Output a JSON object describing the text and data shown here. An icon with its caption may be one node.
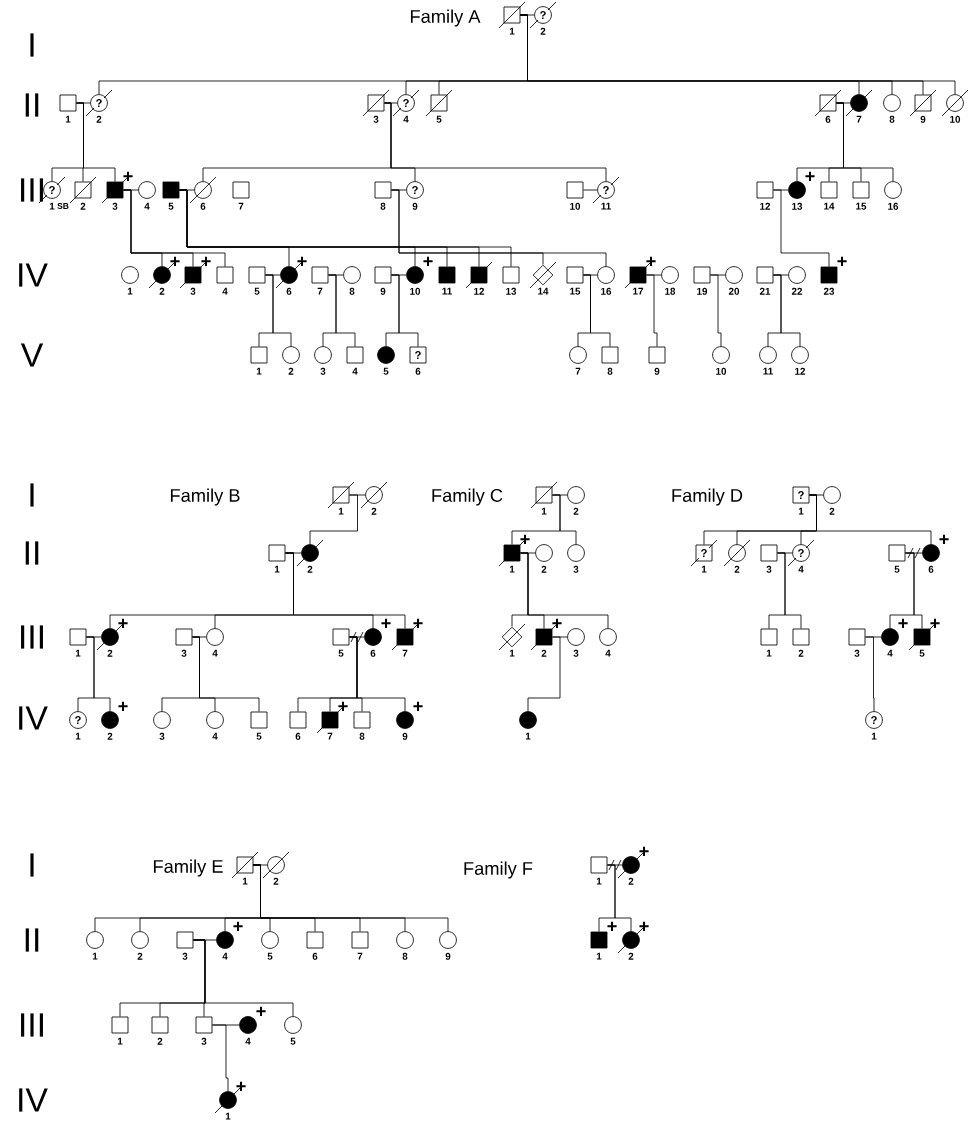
{
  "diagram": {
    "nodes": [
      {
        "text": [],
        "shape": "box",
        "beside": [
          "1"
        ]
      },
      {
        "text": [
          "?"
        ],
        "beside": [
          "2"
        ]
      },
      {
        "text": [],
        "shape": "box",
        "beside": [
          "1"
        ]
      },
      {
        "text": [
          "?"
        ],
        "beside": [
          "2"
        ]
      },
      {
        "text": [],
        "shape": "box",
        "beside": [
          "3"
        ]
      },
      {
        "text": [
          "?"
        ],
        "beside": [
          "4"
        ]
      },
      {
        "text": [],
        "shape": "box",
        "beside": [
          "5"
        ]
      },
      {
        "text": [],
        "shape": "box",
        "beside": [
          "6"
        ]
      },
      {
        "text": [],
        "shape": "circle",
        "beside": [
          "7"
        ]
      },
      {
        "text": [],
        "shape": "circle",
        "beside": [
          "8"
        ]
      },
      {
        "text": [],
        "shape": "box",
        "beside": [
          "9"
        ]
      },
      {
        "text": [],
        "shape": "circle",
        "beside": [
          "10"
        ]
      },
      {
        "text": [
          "?"
        ],
        "beside": [
          "1"
        ]
      },
      {
        "text": [],
        "shape": "box",
        "beside": [
          "2"
        ]
      },
      {
        "text": [],
        "shape": "box",
        "beside": [
          "3",
          "+"
        ]
      },
      {
        "text": [],
        "shape": "circle",
        "beside": [
          "4"
        ]
      },
      {
        "text": [],
        "shape": "box",
        "beside": [
          "5"
        ]
      },
      {
        "text": [],
        "shape": "circle",
        "beside": [
          "6"
        ]
      },
      {
        "text": [],
        "shape": "box",
        "beside": [
          "7"
        ]
      },
      {
        "text": [],
        "shape": "box",
        "beside": [
          "8"
        ]
      },
      {
        "text": [
          "?"
        ],
        "beside": [
          "9"
        ]
      },
      {
        "text": [],
        "shape": "box",
        "beside": [
          "10"
        ]
      },
      {
        "text": [
          "?"
        ],
        "beside": [
          "11"
        ]
      },
      {
        "text": [],
        "shape": "box",
        "beside": [
          "12"
        ]
      },
      {
        "text": [],
        "shape": "circle",
        "beside": [
          "13",
          "+"
        ]
      },
      {
        "text": [],
        "shape": "box",
        "beside": [
          "14"
        ]
      },
      {
        "text": [],
        "shape": "box",
        "beside": [
          "15"
        ]
      },
      {
        "text": [],
        "shape": "circle",
        "beside": [
          "16"
        ]
      },
      {
        "text": [],
        "shape": "circle",
        "beside": [
          "1"
        ]
      },
      {
        "text": [],
        "shape": "circle",
        "beside": [
          "2",
          "+"
        ]
      },
      {
        "text": [],
        "shape": "box",
        "beside": [
          "3",
          "+"
        ]
      },
      {
        "text": [],
        "shape": "box",
        "beside": [
          "4"
        ]
      },
      {
        "text": [],
        "shape": "box",
        "beside": [
          "5"
        ]
      },
      {
        "text": [],
        "shape": "circle",
        "beside": [
          "6",
          "+"
        ]
      },
      {
        "text": [],
        "shape": "box",
        "beside": [
          "7"
        ]
      },
      {
        "text": [],
        "shape": "circle",
        "beside": [
          "8"
        ]
      },
      {
        "text": [],
        "shape": "box",
        "beside": [
          "9"
        ]
      },
      {
        "text": [],
        "shape": "circle",
        "beside": [
          "10",
          "+"
        ]
      },
      {
        "text": [],
        "shape": "box",
        "beside": [
          "11"
        ]
      },
      {
        "text": [],
        "shape": "box",
        "beside": [
          "12"
        ]
      },
      {
        "text": [],
        "shape": "box",
        "beside": [
          "13"
        ]
      },
      {
        "text": [],
        "shape": "diamond",
        "beside": [
          "14"
        ]
      },
      {
        "text": [],
        "shape": "box",
        "beside": [
          "15"
        ]
      },
      {
        "text": [],
        "shape": "circle",
        "beside": [
          "16"
        ]
      },
      {
        "text": [],
        "shape": "box",
        "beside": [
          "17",
          "+"
        ]
      },
      {
        "text": [],
        "shape": "circle",
        "beside": [
          "18"
        ]
      },
      {
        "text": [],
        "shape": "box",
        "beside": [
          "19"
        ]
      },
      {
        "text": [],
        "shape": "circle",
        "beside": [
          "20"
        ]
      },
      {
        "text": [],
        "shape": "box",
        "beside": [
          "21"
        ]
      },
      {
        "text": [],
        "shape": "circle",
        "beside": [
          "22"
        ]
      },
      {
        "text": [],
        "shape": "box",
        "beside": [
          "23",
          "+"
        ]
      },
      {
        "text": [],
        "shape": "box",
        "beside": [
          "1"
        ]
      },
      {
        "text": [],
        "shape": "circle",
        "beside": [
          "2"
        ]
      },
      {
        "text": [],
        "shape": "circle",
        "beside": [
          "3"
        ]
      },
      {
        "text": [],
        "shape": "box",
        "beside": [
          "4"
        ]
      },
      {
        "text": [],
        "shape": "circle",
        "beside": [
          "5"
        ]
      },
      {
        "text": [
          "?"
        ],
        "beside": [
          "6"
        ]
      },
      {
        "text": [],
        "shape": "circle",
        "beside": [
          "7"
        ]
      },
      {
        "text": [],
        "shape": "box",
        "beside": [
          "8"
        ]
      },
      {
        "text": [],
        "shape": "box",
        "beside": [
          "9"
        ]
      },
      {
        "text": [],
        "shape": "circle",
        "beside": [
          "10"
        ]
      },
      {
        "text": [],
        "shape": "circle",
        "beside": [
          "11"
        ]
      },
      {
        "text": [],
        "shape": "circle",
        "beside": [
          "12"
        ]
      },
      {
        "text": [],
        "shape": "box",
        "beside": [
          "1"
        ]
      },
      {
        "text": [],
        "shape": "circle",
        "beside": [
          "2"
        ]
      },
      {
        "text": [],
        "shape": "box",
        "beside": [
          "1"
        ]
      },
      {
        "text": [],
        "shape": "circle",
        "beside": [
          "2"
        ]
      },
      {
        "text": [],
        "shape": "box",
        "beside": [
          "1"
        ]
      },
      {
        "text": [],
        "shape": "circle",
        "beside": [
          "2",
          "+"
        ]
      },
      {
        "text": [],
        "shape": "box",
        "beside": [
          "3"
        ]
      },
      {
        "text": [],
        "shape": "circle",
        "beside": [
          "4"
        ]
      },
      {
        "text": [],
        "shape": "box",
        "beside": [
          "5"
        ]
      },
      {
        "text": [],
        "shape": "circle",
        "beside": [
          "6",
          "+"
        ]
      },
      {
        "text": [],
        "shape": "box",
        "beside": [
          "7",
          "+"
        ]
      },
      {
        "text": [
          "?"
        ],
        "beside": [
          "1"
        ]
      },
      {
        "text": [],
        "shape": "circle",
        "beside": [
          "2",
          "+"
        ]
      },
      {
        "text": [],
        "shape": "circle",
        "beside": [
          "3"
        ]
      },
      {
        "text": [],
        "shape": "circle",
        "beside": [
          "4"
        ]
      },
      {
        "text": [],
        "shape": "box",
        "beside": [
          "5"
        ]
      },
      {
        "text": [],
        "shape": "box",
        "beside": [
          "6"
        ]
      },
      {
        "text": [],
        "shape": "box",
        "beside": [
          "7",
          "+"
        ]
      },
      {
        "text": [],
        "shape": "box",
        "beside": [
          "8"
        ]
      },
      {
        "text": [],
        "shape": "circle",
        "beside": [
          "9",
          "+"
        ]
      },
      {
        "text": [],
        "shape": "box",
        "beside": [
          "1"
        ]
      },
      {
        "text": [],
        "shape": "circle",
        "beside": [
          "2"
        ]
      },
      {
        "text": [],
        "shape": "box",
        "beside": [
          "1",
          "+"
        ]
      },
      {
        "text": [],
        "shape": "circle",
        "beside": [
          "2"
        ]
      },
      {
        "text": [],
        "shape": "circle",
        "beside": [
          "3"
        ]
      },
      {
        "text": [],
        "shape": "diamond",
        "beside": [
          "1"
        ]
      },
      {
        "text": [],
        "shape": "box",
        "beside": [
          "2",
          "+"
        ]
      },
      {
        "text": [],
        "shape": "circle",
        "beside": [
          "3"
        ]
      },
      {
        "text": [],
        "shape": "circle",
        "beside": [
          "4"
        ]
      },
      {
        "text": [],
        "shape": "circle",
        "beside": [
          "1"
        ]
      },
      {
        "text": [
          "?"
        ],
        "beside": [
          "1"
        ]
      },
      {
        "text": [],
        "shape": "circle",
        "beside": [
          "2"
        ]
      },
      {
        "text": [
          "?"
        ],
        "beside": [
          "1"
        ]
      },
      {
        "text": [],
        "shape": "circle",
        "beside": [
          "2"
        ]
      },
      {
        "text": [],
        "shape": "box",
        "beside": [
          "3"
        ]
      },
      {
        "text": [
          "?"
        ],
        "beside": [
          "4"
        ]
      },
      {
        "text": [],
        "shape": "box",
        "beside": [
          "5"
        ]
      },
      {
        "text": [],
        "shape": "circle",
        "beside": [
          "6",
          "+"
        ]
      },
      {
        "text": [],
        "shape": "box",
        "beside": [
          "1"
        ]
      },
      {
        "text": [],
        "shape": "box",
        "beside": [
          "2"
        ]
      },
      {
        "text": [],
        "shape": "box",
        "beside": [
          "3"
        ]
      },
      {
        "text": [],
        "shape": "circle",
        "beside": [
          "4",
          "+"
        ]
      },
      {
        "text": [],
        "shape": "box",
        "beside": [
          "5",
          "+"
        ]
      },
      {
        "text": [
          "?"
        ],
        "beside": [
          "1"
        ]
      },
      {
        "text": [],
        "shape": "box",
        "beside": [
          "1"
        ]
      },
      {
        "text": [],
        "shape": "circle",
        "beside": [
          "2"
        ]
      },
      {
        "text": [],
        "shape": "circle",
        "beside": [
          "1"
        ]
      },
      {
        "text": [],
        "shape": "circle",
        "beside": [
          "2"
        ]
      },
      {
        "text": [],
        "shape": "box",
        "beside": [
          "3"
        ]
      },
      {
        "text": [],
        "shape": "circle",
        "beside": [
          "4",
          "+"
        ]
      },
      {
        "text": [],
        "shape": "circle",
        "beside": [
          "5"
        ]
      },
      {
        "text": [],
        "shape": "box",
        "beside": [
          "6"
        ]
      },
      {
        "text": [],
        "shape": "box",
        "beside": [
          "7"
        ]
      },
      {
        "text": [],
        "shape": "circle",
        "beside": [
          "8"
        ]
      },
      {
        "text": [],
        "shape": "circle",
        "beside": [
          "9"
        ]
      },
      {
        "text": [],
        "shape": "box",
        "beside": [
          "1"
        ]
      },
      {
        "text": [],
        "shape": "box",
        "beside": [
          "2"
        ]
      },
      {
        "text": [],
        "shape": "box",
        "beside": [
          "3"
        ]
      },
      {
        "text": [],
        "shape": "circle",
        "beside": [
          "4",
          "+"
        ]
      },
      {
        "text": [],
        "shape": "circle",
        "beside": [
          "5"
        ]
      },
      {
        "text": [],
        "shape": "circle",
        "beside": [
          "1",
          "+"
        ]
      },
      {
        "text": [],
        "shape": "box",
        "beside": [
          "1"
        ]
      },
      {
        "text": [],
        "shape": "circle",
        "beside": [
          "2",
          "+"
        ]
      },
      {
        "text": [],
        "shape": "box",
        "beside": [
          "1",
          "+"
        ]
      },
      {
        "text": [],
        "shape": "circle",
        "beside": [
          "2",
          "+"
        ]
      }
    ],
    "edges": [
      {
        "from": 0,
        "to": 1,
        "arrow": "none"
      },
      {
        "from": 2,
        "to": 3,
        "arrow": "none"
      },
      {
        "from": 4,
        "to": 5,
        "arrow": "none"
      },
      {
        "from": 7,
        "to": 8,
        "arrow": "none"
      },
      {
        "from": 14,
        "to": 15,
        "arrow": "none"
      },
      {
        "from": 16,
        "to": 17,
        "arrow": "none"
      },
      {
        "from": 19,
        "to": 20,
        "arrow": "none"
      },
      {
        "from": 21,
        "to": 22,
        "arrow": "none"
      },
      {
        "from": 23,
        "to": 24,
        "arrow": "none"
      },
      {
        "from": 32,
        "to": 33,
        "arrow": "none"
      },
      {
        "from": 34,
        "to": 35,
        "arrow": "none"
      },
      {
        "from": 36,
        "to": 37,
        "arrow": "none"
      },
      {
        "from": 42,
        "to": 43,
        "arrow": "none"
      },
      {
        "from": 44,
        "to": 45,
        "arrow": "none"
      },
      {
        "from": 46,
        "to": 47,
        "arrow": "none"
      },
      {
        "from": 48,
        "to": 49,
        "arrow": "none"
      },
      {
        "from": 0,
        "to": 3,
        "arrow": "none"
      },
      {
        "from": 0,
        "to": 5,
        "arrow": "none"
      },
      {
        "from": 0,
        "to": 6,
        "arrow": "none"
      },
      {
        "from": 0,
        "to": 8,
        "arrow": "none"
      },
      {
        "from": 0,
        "to": 9,
        "arrow": "none"
      },
      {
        "from": 0,
        "to": 10,
        "arrow": "none"
      },
      {
        "from": 0,
        "to": 11,
        "arrow": "none"
      },
      {
        "from": 2,
        "to": 12,
        "arrow": "none"
      },
      {
        "from": 2,
        "to": 13,
        "arrow": "none"
      },
      {
        "from": 2,
        "to": 14,
        "arrow": "none"
      },
      {
        "from": 4,
        "to": 17,
        "arrow": "none"
      },
      {
        "from": 4,
        "to": 20,
        "arrow": "none"
      },
      {
        "from": 4,
        "to": 22,
        "arrow": "none"
      },
      {
        "from": 7,
        "to": 24,
        "arrow": "none"
      },
      {
        "from": 7,
        "to": 25,
        "arrow": "none"
      },
      {
        "from": 7,
        "to": 26,
        "arrow": "none"
      },
      {
        "from": 7,
        "to": 27,
        "arrow": "none"
      },
      {
        "from": 14,
        "to": 29,
        "arrow": "none"
      },
      {
        "from": 14,
        "to": 30,
        "arrow": "none"
      },
      {
        "from": 14,
        "to": 31,
        "arrow": "none"
      },
      {
        "from": 16,
        "to": 33,
        "arrow": "none"
      },
      {
        "from": 16,
        "to": 37,
        "arrow": "none"
      },
      {
        "from": 16,
        "to": 38,
        "arrow": "none"
      },
      {
        "from": 16,
        "to": 39,
        "arrow": "none"
      },
      {
        "from": 16,
        "to": 40,
        "arrow": "none"
      },
      {
        "from": 19,
        "to": 41,
        "arrow": "none"
      },
      {
        "from": 19,
        "to": 43,
        "arrow": "none"
      },
      {
        "from": 23,
        "to": 50,
        "arrow": "none"
      },
      {
        "from": 32,
        "to": 51,
        "arrow": "none"
      },
      {
        "from": 32,
        "to": 52,
        "arrow": "none"
      },
      {
        "from": 34,
        "to": 53,
        "arrow": "none"
      },
      {
        "from": 34,
        "to": 54,
        "arrow": "none"
      },
      {
        "from": 36,
        "to": 55,
        "arrow": "none"
      },
      {
        "from": 36,
        "to": 56,
        "arrow": "none"
      },
      {
        "from": 42,
        "to": 57,
        "arrow": "none"
      },
      {
        "from": 42,
        "to": 58,
        "arrow": "none"
      },
      {
        "from": 44,
        "to": 59,
        "arrow": "none"
      },
      {
        "from": 46,
        "to": 60,
        "arrow": "none"
      },
      {
        "from": 48,
        "to": 61,
        "arrow": "none"
      },
      {
        "from": 48,
        "to": 62,
        "arrow": "none"
      },
      {
        "from": 63,
        "to": 64,
        "arrow": "none"
      },
      {
        "from": 65,
        "to": 66,
        "arrow": "none"
      },
      {
        "from": 67,
        "to": 68,
        "arrow": "none"
      },
      {
        "from": 69,
        "to": 70,
        "arrow": "none"
      },
      {
        "from": 71,
        "to": 72,
        "arrow": "none"
      },
      {
        "from": 63,
        "to": 66,
        "arrow": "none"
      },
      {
        "from": 65,
        "to": 68,
        "arrow": "none"
      },
      {
        "from": 65,
        "to": 70,
        "arrow": "none"
      },
      {
        "from": 65,
        "to": 72,
        "arrow": "none"
      },
      {
        "from": 65,
        "to": 73,
        "arrow": "none"
      },
      {
        "from": 67,
        "to": 74,
        "arrow": "none"
      },
      {
        "from": 67,
        "to": 75,
        "arrow": "none"
      },
      {
        "from": 69,
        "to": 76,
        "arrow": "none"
      },
      {
        "from": 69,
        "to": 77,
        "arrow": "none"
      },
      {
        "from": 69,
        "to": 78,
        "arrow": "none"
      },
      {
        "from": 71,
        "to": 79,
        "arrow": "none"
      },
      {
        "from": 71,
        "to": 80,
        "arrow": "none"
      },
      {
        "from": 71,
        "to": 81,
        "arrow": "none"
      },
      {
        "from": 71,
        "to": 82,
        "arrow": "none"
      },
      {
        "from": 83,
        "to": 84,
        "arrow": "none"
      },
      {
        "from": 85,
        "to": 86,
        "arrow": "none"
      },
      {
        "from": 89,
        "to": 90,
        "arrow": "none"
      },
      {
        "from": 83,
        "to": 85,
        "arrow": "none"
      },
      {
        "from": 83,
        "to": 87,
        "arrow": "none"
      },
      {
        "from": 85,
        "to": 88,
        "arrow": "none"
      },
      {
        "from": 85,
        "to": 89,
        "arrow": "none"
      },
      {
        "from": 85,
        "to": 91,
        "arrow": "none"
      },
      {
        "from": 89,
        "to": 92,
        "arrow": "none"
      },
      {
        "from": 93,
        "to": 94,
        "arrow": "none"
      },
      {
        "from": 97,
        "to": 98,
        "arrow": "none"
      },
      {
        "from": 99,
        "to": 100,
        "arrow": "none"
      },
      {
        "from": 103,
        "to": 104,
        "arrow": "none"
      },
      {
        "from": 93,
        "to": 95,
        "arrow": "none"
      },
      {
        "from": 93,
        "to": 96,
        "arrow": "none"
      },
      {
        "from": 93,
        "to": 98,
        "arrow": "none"
      },
      {
        "from": 93,
        "to": 100,
        "arrow": "none"
      },
      {
        "from": 97,
        "to": 101,
        "arrow": "none"
      },
      {
        "from": 97,
        "to": 102,
        "arrow": "none"
      },
      {
        "from": 99,
        "to": 104,
        "arrow": "none"
      },
      {
        "from": 99,
        "to": 105,
        "arrow": "none"
      },
      {
        "from": 103,
        "to": 106,
        "arrow": "none"
      },
      {
        "from": 107,
        "to": 108,
        "arrow": "none"
      },
      {
        "from": 111,
        "to": 112,
        "arrow": "none"
      },
      {
        "from": 120,
        "to": 121,
        "arrow": "none"
      },
      {
        "from": 107,
        "to": 109,
        "arrow": "none"
      },
      {
        "from": 107,
        "to": 110,
        "arrow": "none"
      },
      {
        "from": 107,
        "to": 112,
        "arrow": "none"
      },
      {
        "from": 107,
        "to": 113,
        "arrow": "none"
      },
      {
        "from": 107,
        "to": 114,
        "arrow": "none"
      },
      {
        "from": 107,
        "to": 115,
        "arrow": "none"
      },
      {
        "from": 107,
        "to": 116,
        "arrow": "none"
      },
      {
        "from": 107,
        "to": 117,
        "arrow": "none"
      },
      {
        "from": 111,
        "to": 118,
        "arrow": "none"
      },
      {
        "from": 111,
        "to": 119,
        "arrow": "none"
      },
      {
        "from": 111,
        "to": 120,
        "arrow": "none"
      },
      {
        "from": 111,
        "to": 122,
        "arrow": "none"
      },
      {
        "from": 120,
        "to": 123,
        "arrow": "none"
      },
      {
        "from": 124,
        "to": 125,
        "arrow": "none"
      },
      {
        "from": 124,
        "to": 126,
        "arrow": "none"
      },
      {
        "from": 124,
        "to": 127,
        "arrow": "none"
      }
    ],
    "labels": [
      "I",
      "Family A",
      "II",
      "III",
      "SB",
      "IV",
      "V",
      "I",
      "Family B",
      "Family C",
      "Family D",
      "II",
      "III",
      "IV",
      "I",
      "Family E",
      "Family F",
      "II",
      "III",
      "IV"
    ]
  }
}
